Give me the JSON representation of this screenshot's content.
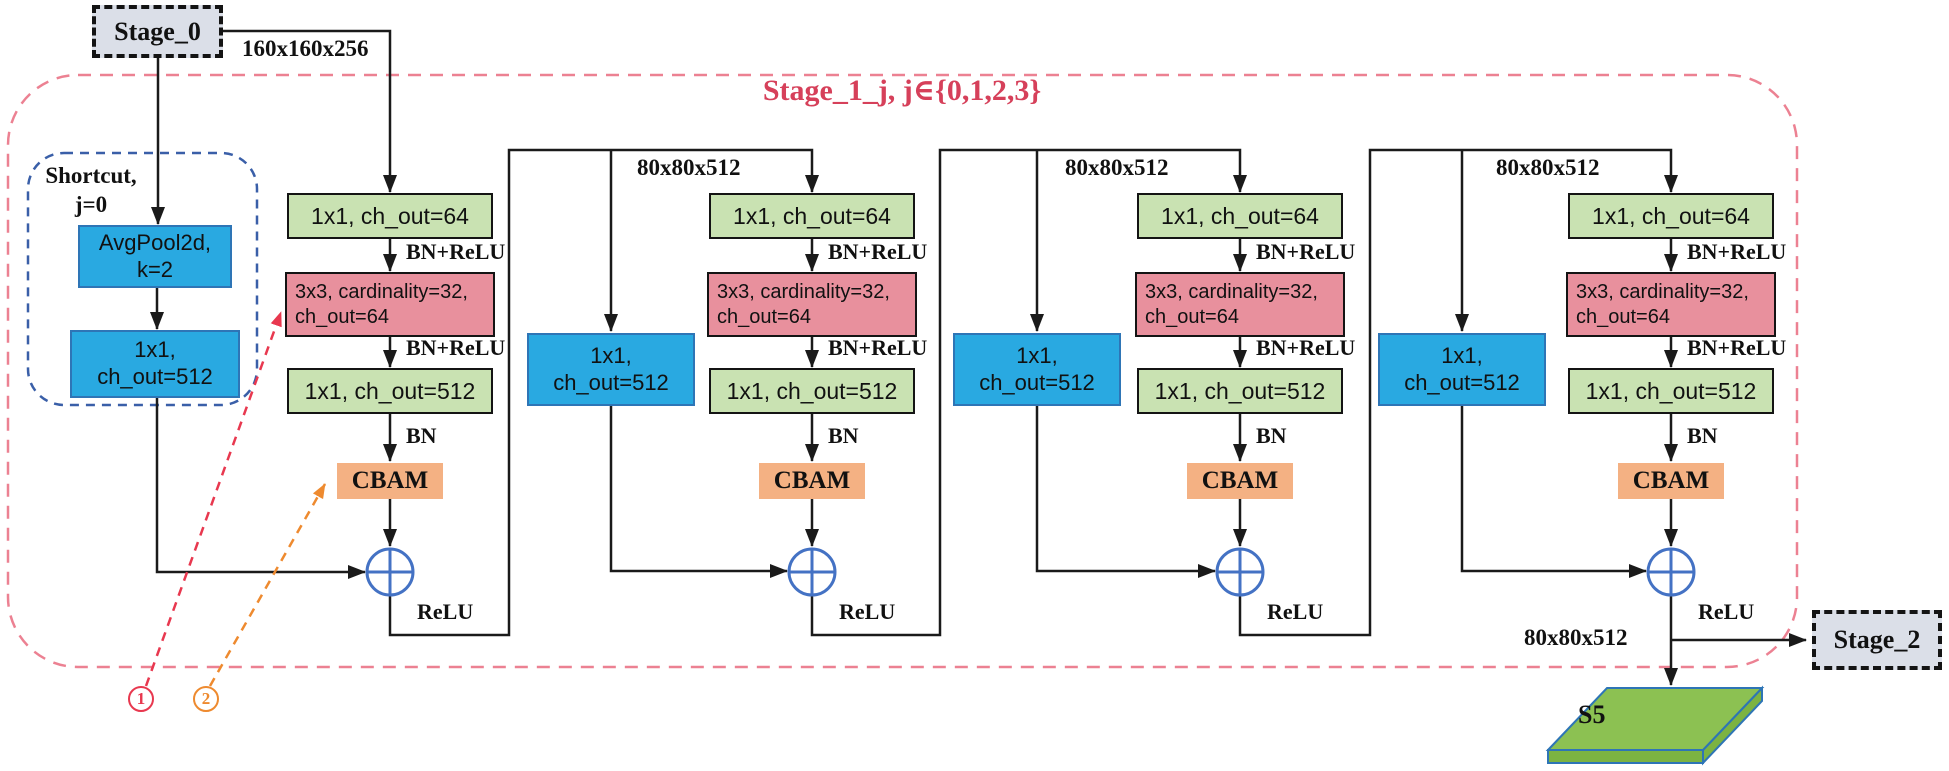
{
  "figure": {
    "stage0_label": "Stage_0",
    "stage2_label": "Stage_2",
    "group_title": "Stage_1_j, j∈{0,1,2,3}",
    "repeat_count": 4,
    "dims": {
      "input": "160x160x256",
      "between_blocks": "80x80x512",
      "output": "80x80x512"
    },
    "shortcut_group": {
      "title": "Shortcut,\nj=0",
      "avgpool_label": "AvgPool2d,\nk=2",
      "conv_label": "1x1,\nch_out=512"
    },
    "block": {
      "conv1_label": "1x1, ch_out=64",
      "conv2_label": "3x3, cardinality=32,\nch_out=64",
      "conv3_label": "1x1, ch_out=512",
      "attention_label": "CBAM"
    },
    "shortcut_conv_label": "1x1,\nch_out=512",
    "edge_labels": {
      "bn_relu": "BN+ReLU",
      "bn": "BN",
      "relu": "ReLU"
    },
    "annotations": {
      "marker1": "1",
      "marker2": "2"
    },
    "output_feature_label": "S5"
  },
  "colors": {
    "line": "#1a1a1a",
    "green_box": "#c9e2b2",
    "pink_box": "#e8909d",
    "blue_box": "#29a9e1",
    "blue_box_border": "#2e75b6",
    "cbam_box": "#f4b183",
    "stage_fill": "#dbdfe8",
    "group_border": "#ec8192",
    "group_title": "#d6405a",
    "shortcut_border": "#3a5fa8",
    "add_symbol": "#4472c4",
    "s5_top": "#8cc152",
    "s5_side": "#7cb342",
    "s5_border": "#2e75b6",
    "marker1": "#e8384f",
    "marker2": "#ee8a2f"
  }
}
